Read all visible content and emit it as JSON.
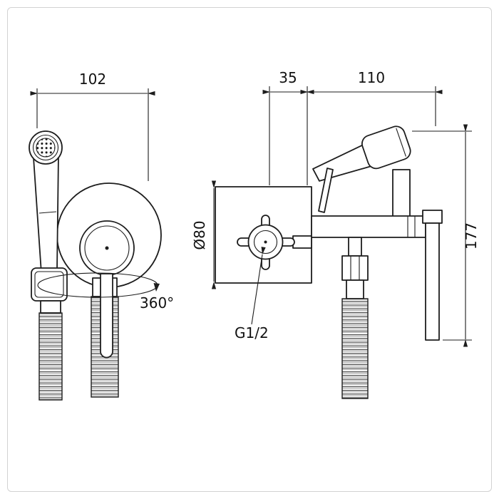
{
  "frontView": {
    "width_dim": "102",
    "swivel_label": "360°"
  },
  "plateView": {
    "diameter_dim": "Ø80",
    "thread_label": "G1/2"
  },
  "sideView": {
    "depth_dim": "35",
    "protrusion_dim": "110",
    "height_dim": "177"
  },
  "colors": {
    "line": "#1d1d1d",
    "background": "#ffffff",
    "frame": "#d2d2d2"
  }
}
